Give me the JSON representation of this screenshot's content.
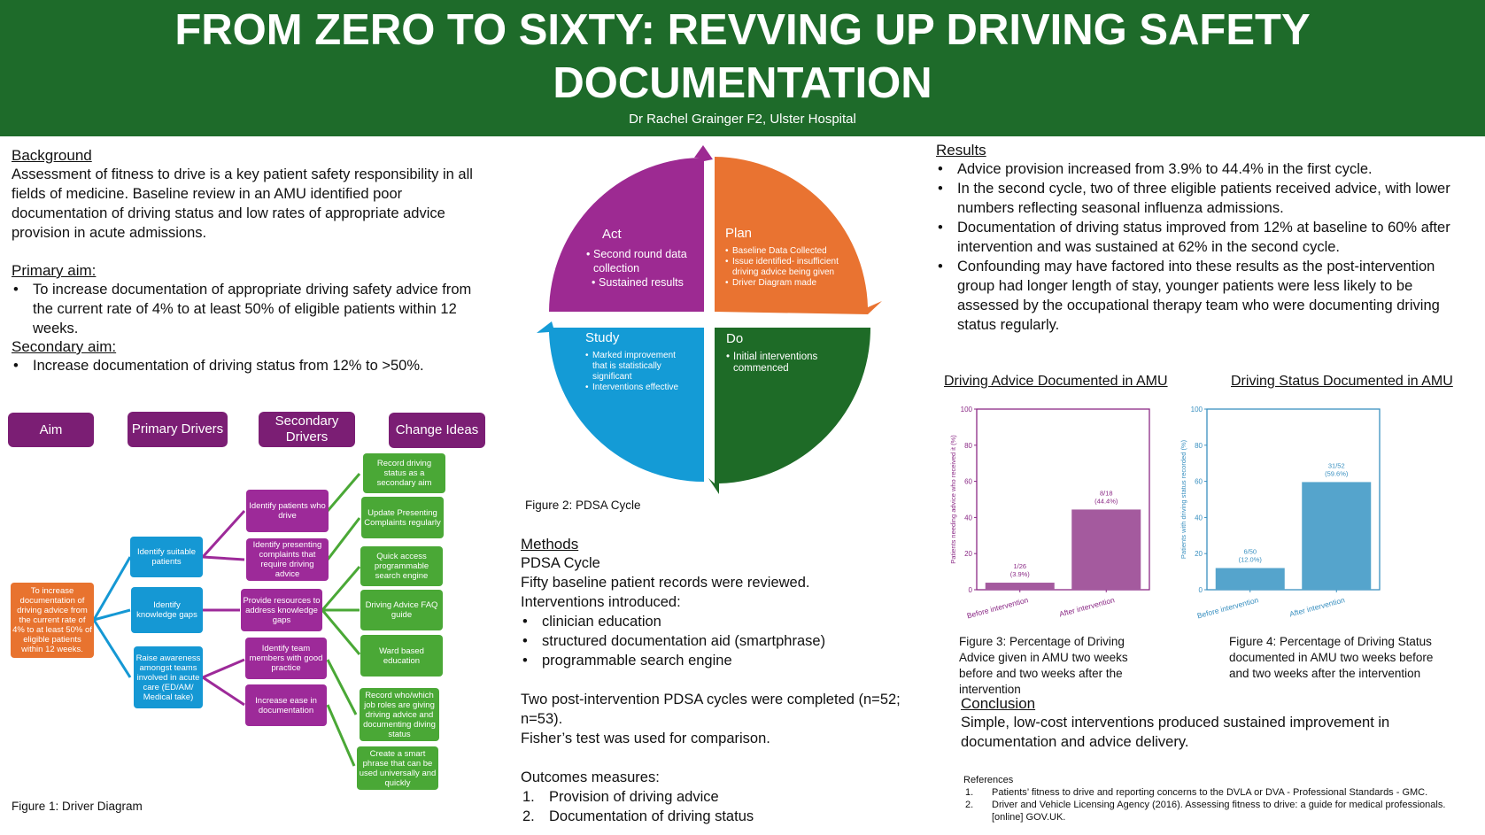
{
  "header": {
    "title": "FROM ZERO TO SIXTY: REVVING UP DRIVING SAFETY DOCUMENTATION",
    "subtitle": "Dr Rachel Grainger F2, Ulster Hospital"
  },
  "background": {
    "heading": "Background",
    "text": "Assessment of fitness to drive is a key patient safety responsibility in all fields of medicine. Baseline review in an AMU identified poor documentation of driving status and low rates of appropriate advice provision in acute admissions."
  },
  "primary_aim": {
    "heading": "Primary aim:",
    "items": [
      "To increase documentation of appropriate driving safety advice from the current rate of 4% to at least 50% of eligible patients within 12 weeks."
    ]
  },
  "secondary_aim": {
    "heading": "Secondary aim:",
    "items": [
      "Increase documentation of driving status from 12% to >50%."
    ]
  },
  "driver_diagram": {
    "headers": [
      "Aim",
      "Primary Drivers",
      "Secondary Drivers",
      "Change Ideas"
    ],
    "aim": "To increase documentation of driving advice from the current rate of 4% to at least 50% of eligible patients within 12 weeks.",
    "primary": [
      "Identify suitable patients",
      "Identify knowledge gaps",
      "Raise awareness amongst teams involved in acute care (ED/AM/ Medical take)"
    ],
    "secondary": [
      "Identify patients who drive",
      "Identify presenting complaints that require driving advice",
      "Provide resources to address knowledge gaps",
      "Identify team members with good practice",
      "Increase ease in documentation"
    ],
    "change": [
      "Record driving status as a secondary aim",
      "Update Presenting Complaints regularly",
      "Quick access programmable search engine",
      "Driving Advice FAQ guide",
      "Ward based education",
      "Record who/which job roles are giving driving advice and documenting diving status",
      "Create a smart phrase that can be used universally and quickly"
    ],
    "caption": "Figure 1: Driver Diagram",
    "colors": {
      "header": "#7b1e74",
      "aim": "#e8732f",
      "primary": "#1598d4",
      "secondary": "#9d2a99",
      "change": "#4aa836"
    }
  },
  "pdsa": {
    "act": {
      "title": "Act",
      "items": [
        "Second round data collection",
        "Sustained results"
      ]
    },
    "plan": {
      "title": "Plan",
      "items": [
        "Baseline Data Collected",
        "Issue identified- insufficient driving advice being given",
        "Driver Diagram made"
      ]
    },
    "study": {
      "title": "Study",
      "items": [
        "Marked improvement that is statistically significant",
        "Interventions effective"
      ]
    },
    "do": {
      "title": "Do",
      "items": [
        "Initial interventions commenced"
      ]
    },
    "caption": "Figure 2: PDSA Cycle",
    "colors": {
      "act": "#9d2a92",
      "plan": "#e97331",
      "study": "#149bd6",
      "do": "#1e6b27"
    }
  },
  "methods": {
    "heading": "Methods",
    "lines": [
      "PDSA Cycle",
      "Fifty baseline patient records were reviewed.",
      "Interventions introduced:"
    ],
    "items": [
      "clinician education",
      "structured documentation aid (smartphrase)",
      "programmable search engine"
    ],
    "text2": "Two post-intervention PDSA cycles were completed (n=52; n=53).",
    "text3": "Fisher’s test was used for comparison.",
    "outcomes_heading": "Outcomes measures:",
    "outcomes": [
      "Provision of driving advice",
      "Documentation of driving status"
    ]
  },
  "results": {
    "heading": "Results",
    "items": [
      "Advice provision increased from 3.9% to 44.4% in the first cycle.",
      "In the second cycle, two of three eligible patients received advice, with lower numbers reflecting seasonal influenza admissions.",
      "Documentation of driving status improved from 12% at baseline to 60% after intervention and was sustained at 62% in the second cycle.",
      "Confounding may have factored into these results as the post-intervention group had longer length of stay, younger patients were less likely to be assessed by the occupational therapy team who were documenting driving status regularly."
    ]
  },
  "chart_data": [
    {
      "type": "bar",
      "title": "Driving Advice Documented in AMU",
      "ylabel": "Patients needing advice who received it (%)",
      "categories": [
        "Before intervention",
        "After intervention"
      ],
      "values": [
        3.9,
        44.4
      ],
      "data_labels": [
        "1/26\n(3.9%)",
        "8/18\n(44.4%)"
      ],
      "ylim": [
        0,
        100
      ],
      "yticks": [
        "0",
        "20",
        "40",
        "60",
        "80",
        "100"
      ],
      "color": "#a45a9e",
      "axis_color": "#8b2a86",
      "grid": false,
      "caption": "Figure 3: Percentage of Driving Advice given in AMU two weeks before and two weeks after the intervention"
    },
    {
      "type": "bar",
      "title": "Driving Status Documented in AMU",
      "ylabel": "Patients with driving status recorded (%)",
      "categories": [
        "Before intervention",
        "After intervention"
      ],
      "values": [
        12.0,
        59.6
      ],
      "data_labels": [
        "6/50\n(12.0%)",
        "31/52\n(59.6%)"
      ],
      "ylim": [
        0,
        100
      ],
      "yticks": [
        "0",
        "20",
        "40",
        "60",
        "80",
        "100"
      ],
      "color": "#55a4cc",
      "axis_color": "#3a90c0",
      "grid": false,
      "caption": "Figure 4: Percentage of Driving Status documented in AMU two weeks before and two weeks after the intervention"
    }
  ],
  "conclusion": {
    "heading": "Conclusion",
    "text": "Simple, low-cost interventions produced sustained improvement in documentation and advice delivery."
  },
  "references": {
    "heading": "References",
    "items": [
      {
        "num": "1.",
        "text": "Patients’ fitness to drive and reporting concerns to the DVLA or DVA - Professional Standards - GMC."
      },
      {
        "num": "2.",
        "text": "Driver and Vehicle Licensing Agency (2016). Assessing fitness to drive: a guide for medical professionals. [online] GOV.UK."
      }
    ]
  }
}
